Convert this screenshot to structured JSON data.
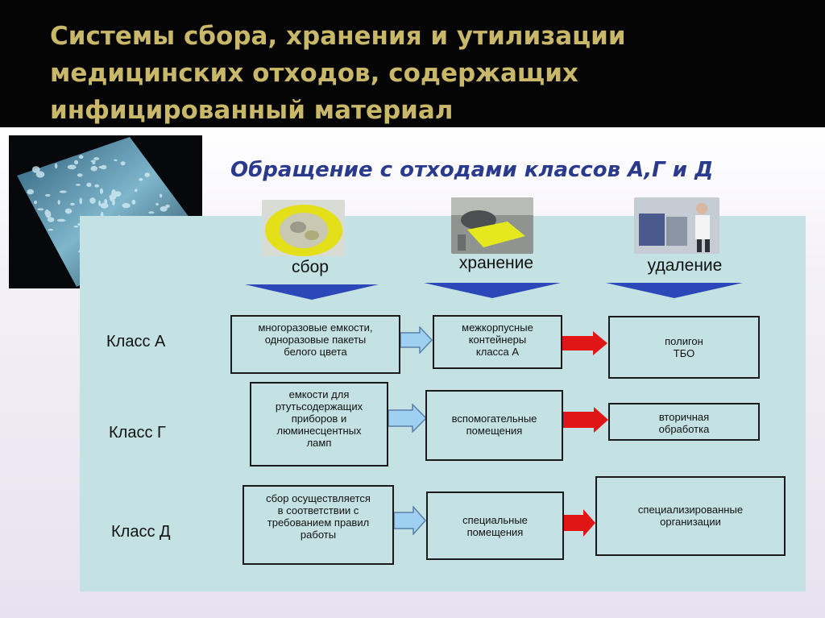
{
  "title": "Системы сбора, хранения и утилизации\nмедицинских отходов, содержащих\nинфицированный материал",
  "subtitle": "Обращение с отходами классов А,Г и Д",
  "stages": [
    {
      "label": "сбор"
    },
    {
      "label": "хранение"
    },
    {
      "label": "удаление"
    }
  ],
  "rows": [
    {
      "class_label": "Класс А",
      "collection": "многоразовые емкости,\nодноразовые пакеты\nбелого цвета",
      "storage": "межкорпусные\nконтейнеры\nкласса А",
      "disposal": "полигон\nТБО"
    },
    {
      "class_label": "Класс Г",
      "collection": "емкости для\nртутьсодержащих\nприборов и\nлюминесцентных\nламп",
      "storage": "вспомогательные\nпомещения",
      "disposal": "вторичная\nобработка"
    },
    {
      "class_label": "Класс Д",
      "collection": "сбор осуществляется\nв соответствии с\nтребованием правил\nработы",
      "storage": "специальные\nпомещения",
      "disposal": "специализированные\nорганизации"
    }
  ],
  "colors": {
    "title": "#c9b86a",
    "subtitle": "#2a3a8c",
    "panel": "#c4e2e3",
    "chevron": "#2b47b8",
    "blue_arrow": "#9fd0f2",
    "red_arrow": "#e01515"
  },
  "icons": {
    "photo": "water-drops-image",
    "collection": "yellow-waste-bag-image",
    "storage": "waste-container-image",
    "disposal": "waste-removal-worker-image"
  }
}
